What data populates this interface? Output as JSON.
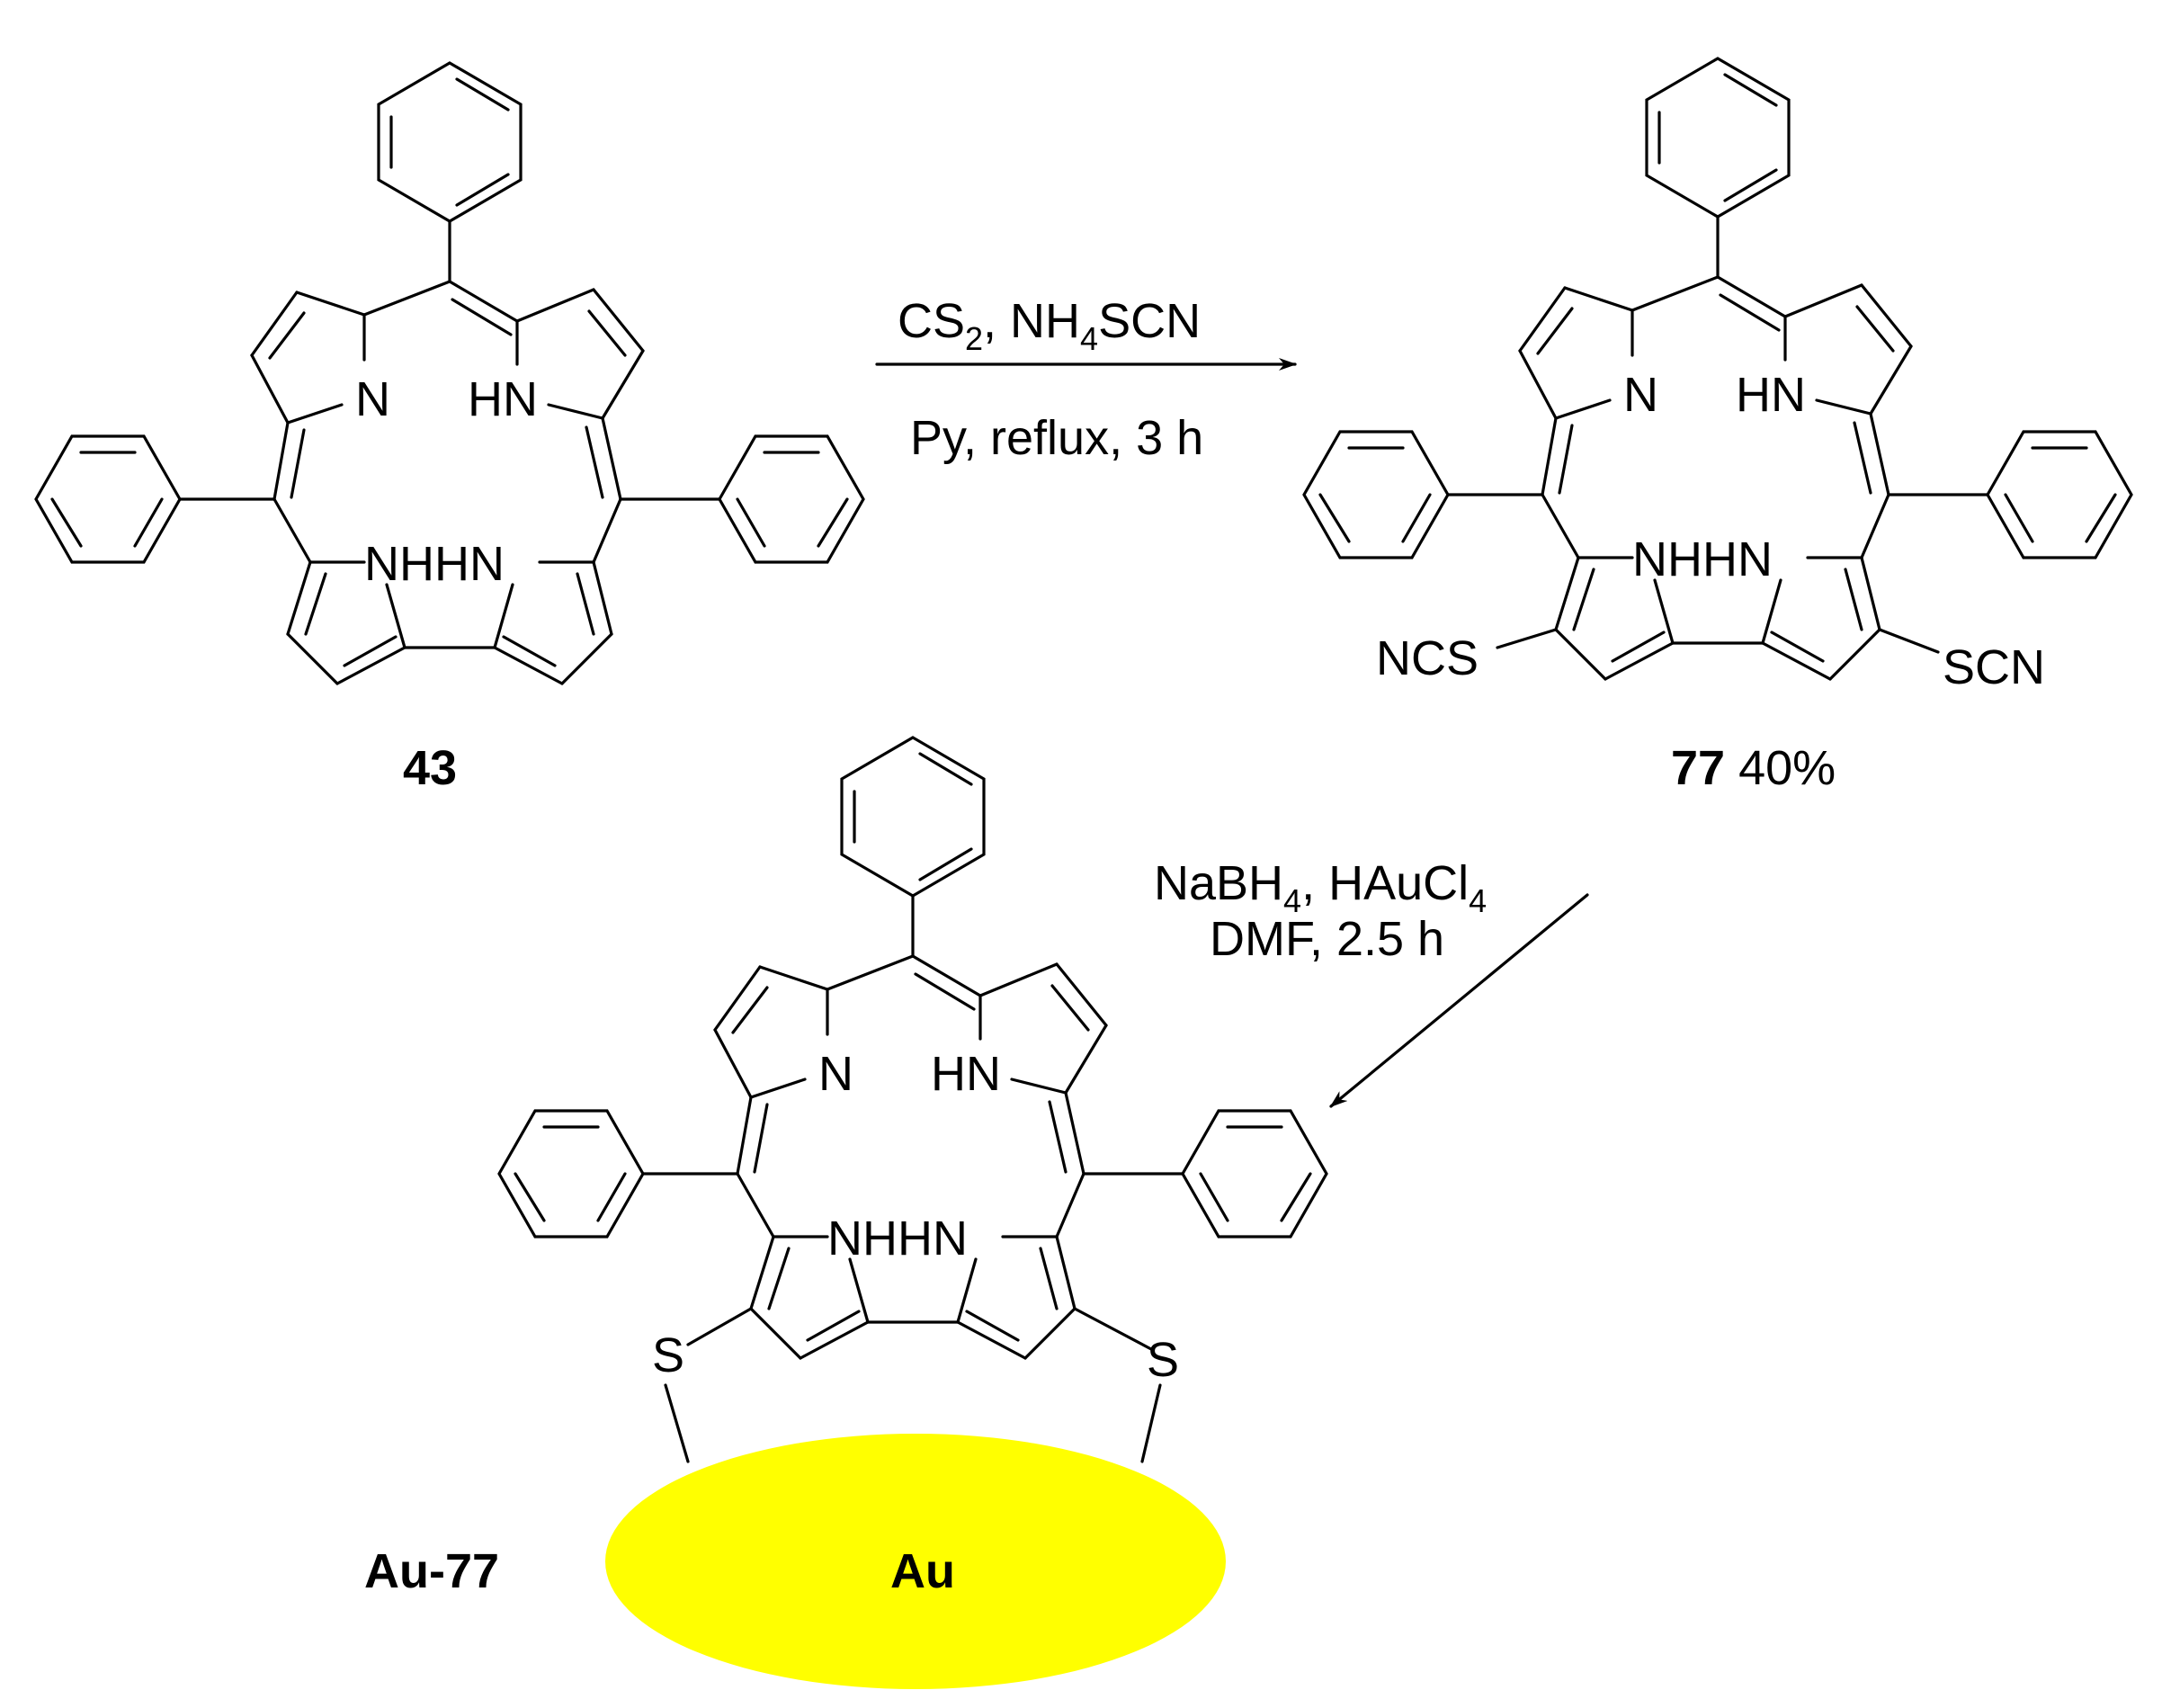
{
  "reagents_top": {
    "line1": {
      "a": "CS",
      "a_sub": "2",
      "b": ", NH",
      "b_sub": "4",
      "c": "SCN"
    },
    "line2": "Py, reflux, 3 h"
  },
  "reagents_bottom": {
    "line1": {
      "a": "NaBH",
      "a_sub": "4",
      "b": ", HAuCl",
      "b_sub": "4"
    },
    "line2": "DMF, 2.5 h"
  },
  "compounds": {
    "c43": {
      "id": "43"
    },
    "c77": {
      "id": "77",
      "yield": " 40%"
    },
    "au77": {
      "id": "Au-77",
      "surface": "Au"
    }
  },
  "atoms": {
    "N": "N",
    "HN": "HN",
    "NHHN": "NHHN",
    "NCS": "NCS",
    "SCN": "SCN",
    "S": "S"
  },
  "colors": {
    "gold": "#ffff00",
    "ink": "#000000"
  },
  "arrows": [
    "right-arrow",
    "down-left-arrow"
  ]
}
